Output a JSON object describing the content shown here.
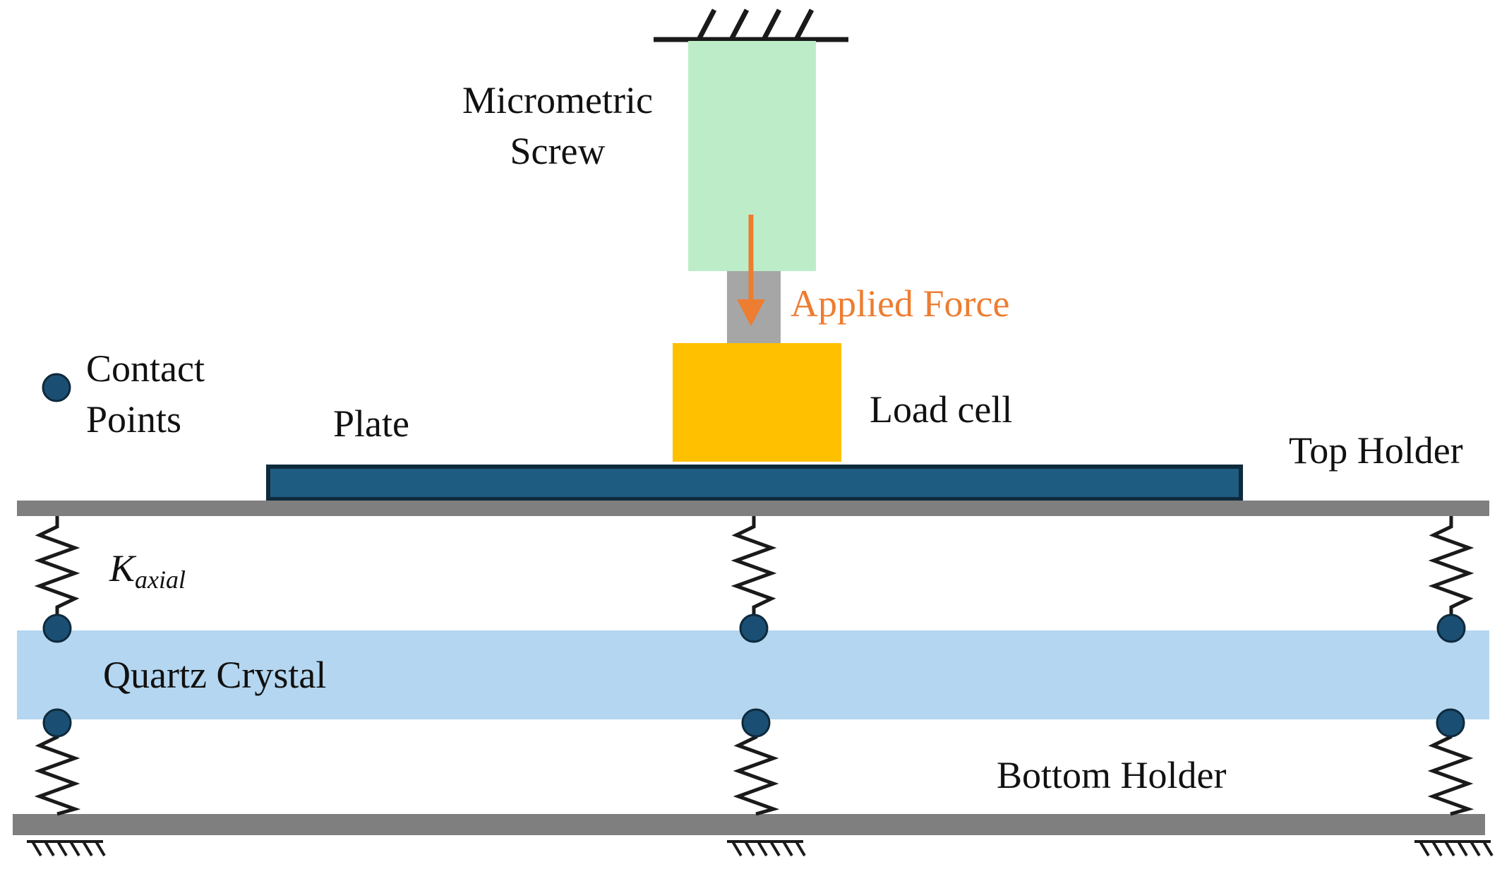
{
  "labels": {
    "micrometric_screw_line1": "Micrometric",
    "micrometric_screw_line2": "Screw",
    "applied_force": "Applied Force",
    "contact_points_line1": "Contact",
    "contact_points_line2": "Points",
    "plate": "Plate",
    "load_cell": "Load cell",
    "top_holder": "Top Holder",
    "k_symbol": "K",
    "k_subscript": "axial",
    "quartz_crystal": "Quartz Crystal",
    "bottom_holder": "Bottom Holder"
  },
  "colors": {
    "screw": "#bdedc8",
    "screw_tip": "#a6a6a6",
    "load_cell": "#ffc000",
    "plate_fill": "#1f5c82",
    "plate_stroke": "#0f2a3c",
    "holder_bar": "#7f7f7f",
    "quartz": "#b4d6f0",
    "contact_point": "#1a4f73",
    "force_arrow": "#ed7d31",
    "ground": "#1a1a1a",
    "spring": "#1a1a1a"
  }
}
